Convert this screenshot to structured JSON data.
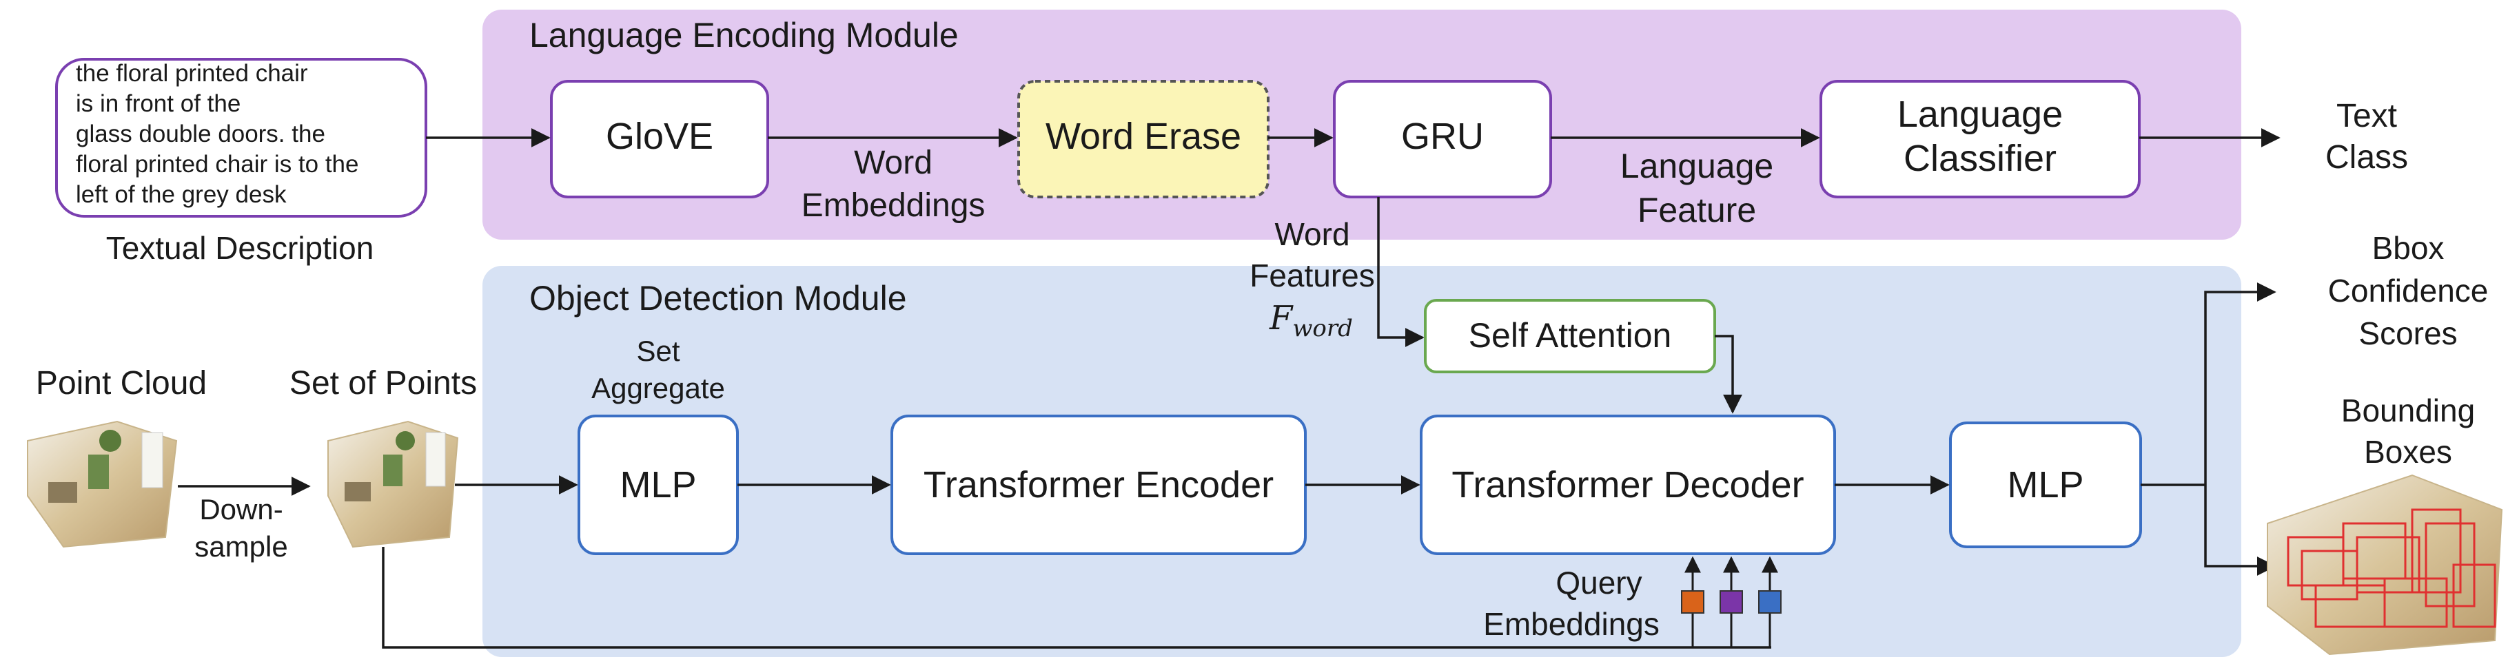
{
  "modules": {
    "language": {
      "title": "Language Encoding Module",
      "fill": "#e2c9f0"
    },
    "detection": {
      "title": "Object Detection Module",
      "fill": "#d7e2f4"
    }
  },
  "textual_description": {
    "lines": [
      "the floral printed chair",
      "is in front of the",
      "glass double doors. the",
      "floral printed chair is to the",
      "left of the grey desk"
    ],
    "caption": "Textual Description"
  },
  "boxes": {
    "glove": "GloVE",
    "word_erase": "Word Erase",
    "gru": "GRU",
    "language_classifier": [
      "Language",
      "Classifier"
    ],
    "self_attention": "Self Attention",
    "mlp_set": "MLP",
    "transformer_encoder": "Transformer Encoder",
    "transformer_decoder": "Transformer Decoder",
    "mlp_out": "MLP"
  },
  "labels": {
    "word_embeddings": [
      "Word",
      "Embeddings"
    ],
    "language_feature": [
      "Language",
      "Feature"
    ],
    "text_class": [
      "Text",
      "Class"
    ],
    "word_features": [
      "Word",
      "Features"
    ],
    "f_word_main": "F",
    "f_word_sub": "word",
    "set_aggregate": [
      "Set",
      "Aggregate"
    ],
    "point_cloud": "Point Cloud",
    "set_of_points": "Set of Points",
    "downsample": [
      "Down-",
      "sample"
    ],
    "query_embeddings": [
      "Query",
      "Embeddings"
    ],
    "bbox_confidence": [
      "Bbox",
      "Confidence",
      "Scores"
    ],
    "bounding_boxes": [
      "Bounding",
      "Boxes"
    ]
  },
  "colors": {
    "box_border_purple": "#7a3fb0",
    "box_border_blue": "#3a6fc4",
    "box_border_green": "#6aa84f",
    "word_erase_fill": "#fbf5b7",
    "query_colors": [
      "#d9631a",
      "#7b35a8",
      "#3a6fc4"
    ],
    "bbox_red": "#e03030"
  }
}
